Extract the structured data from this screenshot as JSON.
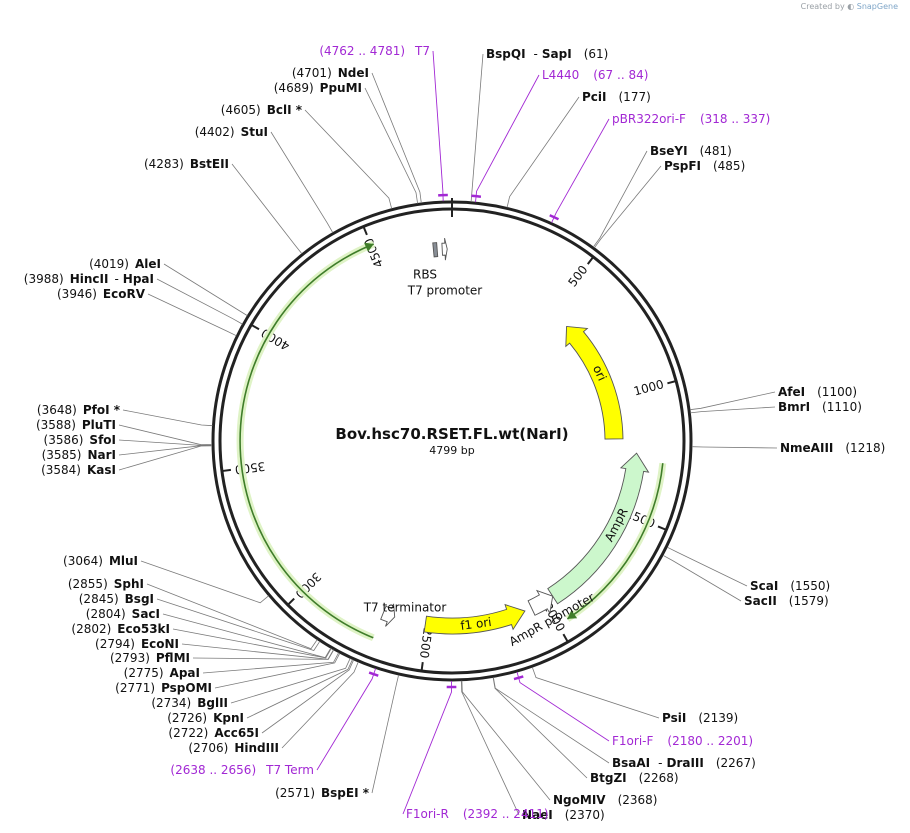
{
  "header": {
    "credit_prefix": "Created by",
    "credit_brand": "SnapGene"
  },
  "plasmid": {
    "name": "Bov.hsc70.RSET.FL.wt(NarI)",
    "length_label": "4799 bp",
    "length": 4799
  },
  "ruler": [
    "500",
    "1000",
    "1500",
    "2000",
    "2500",
    "3000",
    "3500",
    "4000",
    "4500"
  ],
  "ruler_positions": [
    500,
    1000,
    1500,
    2000,
    2500,
    3000,
    3500,
    4000,
    4500
  ],
  "enzymes": [
    {
      "name": "BspQI",
      "pos": 61,
      "pos_label": "(61)",
      "partner": "SapI"
    },
    {
      "name": "PciI",
      "pos": 177,
      "pos_label": "(177)"
    },
    {
      "name": "BseYI",
      "pos": 481,
      "pos_label": "(481)"
    },
    {
      "name": "PspFI",
      "pos": 485,
      "pos_label": "(485)"
    },
    {
      "name": "AfeI",
      "pos": 1100,
      "pos_label": "(1100)"
    },
    {
      "name": "BmrI",
      "pos": 1110,
      "pos_label": "(1110)"
    },
    {
      "name": "NmeAIII",
      "pos": 1218,
      "pos_label": "(1218)"
    },
    {
      "name": "ScaI",
      "pos": 1550,
      "pos_label": "(1550)"
    },
    {
      "name": "SacII",
      "pos": 1579,
      "pos_label": "(1579)"
    },
    {
      "name": "PsiI",
      "pos": 2139,
      "pos_label": "(2139)"
    },
    {
      "name": "BsaAI",
      "pos": 2267,
      "pos_label": "(2267)",
      "partner": "DraIII"
    },
    {
      "name": "BtgZI",
      "pos": 2268,
      "pos_label": "(2268)"
    },
    {
      "name": "NgoMIV",
      "pos": 2368,
      "pos_label": "(2368)"
    },
    {
      "name": "NaeI",
      "pos": 2370,
      "pos_label": "(2370)"
    },
    {
      "name": "BspEI *",
      "pos": 2571,
      "pos_label": "(2571)"
    },
    {
      "name": "HindIII",
      "pos": 2706,
      "pos_label": "(2706)"
    },
    {
      "name": "Acc65I",
      "pos": 2722,
      "pos_label": "(2722)"
    },
    {
      "name": "KpnI",
      "pos": 2726,
      "pos_label": "(2726)"
    },
    {
      "name": "BglII",
      "pos": 2734,
      "pos_label": "(2734)"
    },
    {
      "name": "PspOMI",
      "pos": 2771,
      "pos_label": "(2771)"
    },
    {
      "name": "ApaI",
      "pos": 2775,
      "pos_label": "(2775)"
    },
    {
      "name": "PflMI",
      "pos": 2793,
      "pos_label": "(2793)"
    },
    {
      "name": "EcoNI",
      "pos": 2794,
      "pos_label": "(2794)"
    },
    {
      "name": "Eco53kI",
      "pos": 2802,
      "pos_label": "(2802)"
    },
    {
      "name": "SacI",
      "pos": 2804,
      "pos_label": "(2804)"
    },
    {
      "name": "BsgI",
      "pos": 2845,
      "pos_label": "(2845)"
    },
    {
      "name": "SphI",
      "pos": 2855,
      "pos_label": "(2855)"
    },
    {
      "name": "MluI",
      "pos": 3064,
      "pos_label": "(3064)"
    },
    {
      "name": "KasI",
      "pos": 3584,
      "pos_label": "(3584)"
    },
    {
      "name": "NarI",
      "pos": 3585,
      "pos_label": "(3585)"
    },
    {
      "name": "SfoI",
      "pos": 3586,
      "pos_label": "(3586)"
    },
    {
      "name": "PluTI",
      "pos": 3588,
      "pos_label": "(3588)"
    },
    {
      "name": "PfoI *",
      "pos": 3648,
      "pos_label": "(3648)"
    },
    {
      "name": "EcoRV",
      "pos": 3946,
      "pos_label": "(3946)"
    },
    {
      "name": "HincII",
      "pos": 3988,
      "pos_label": "(3988)",
      "partner": "HpaI"
    },
    {
      "name": "AleI",
      "pos": 4019,
      "pos_label": "(4019)"
    },
    {
      "name": "BstEII",
      "pos": 4283,
      "pos_label": "(4283)"
    },
    {
      "name": "StuI",
      "pos": 4402,
      "pos_label": "(4402)"
    },
    {
      "name": "BclI *",
      "pos": 4605,
      "pos_label": "(4605)"
    },
    {
      "name": "PpuMI",
      "pos": 4689,
      "pos_label": "(4689)"
    },
    {
      "name": "NdeI",
      "pos": 4701,
      "pos_label": "(4701)"
    }
  ],
  "primers": [
    {
      "name": "T7",
      "range": "(4762 .. 4781)",
      "pos": 4771
    },
    {
      "name": "L4440",
      "range": "(67 .. 84)",
      "pos": 75
    },
    {
      "name": "pBR322ori-F",
      "range": "(318 .. 337)",
      "pos": 327
    },
    {
      "name": "F1ori-F",
      "range": "(2180 .. 2201)",
      "pos": 2190
    },
    {
      "name": "F1ori-R",
      "range": "(2392 .. 2411)",
      "pos": 2401
    },
    {
      "name": "T7 Term",
      "range": "(2638 .. 2656)",
      "pos": 2647
    }
  ],
  "features": [
    {
      "name": "ori",
      "start": 600,
      "end": 1190,
      "dir": -1,
      "color": "#ffff00",
      "label": "ori"
    },
    {
      "name": "AmpR",
      "start": 1250,
      "end": 1960,
      "dir": -1,
      "color": "#ccf7cc",
      "label": "AmpR"
    },
    {
      "name": "AmpR promoter",
      "start": 1960,
      "end": 2060,
      "dir": -1,
      "color": "#ffffff",
      "label": "AmpR promoter"
    },
    {
      "name": "f1 ori",
      "start": 2090,
      "end": 2510,
      "dir": -1,
      "color": "#ffff00",
      "label": "f1 ori"
    },
    {
      "name": "T7 terminator",
      "start": 2640,
      "end": 2690,
      "dir": -1,
      "color": "#ffffff",
      "label": "T7 terminator"
    },
    {
      "name": "T7 promoter",
      "start": 4760,
      "end": 4780,
      "dir": 1,
      "color": "#ffffff",
      "label": "T7 promoter"
    },
    {
      "name": "RBS",
      "start": 4725,
      "end": 4740,
      "dir": 0,
      "color": "#888e96",
      "label": "RBS"
    }
  ],
  "orfs": [
    {
      "start": 1280,
      "end": 1960,
      "dir": 1
    },
    {
      "start": 2690,
      "end": 4510,
      "dir": 1
    }
  ],
  "colors": {
    "primer": "#a228d4",
    "ori": "#ffff00",
    "ampr": "#ccf7cc",
    "orf": "#3f7d2a",
    "orf_glow": "#dff3c6"
  }
}
